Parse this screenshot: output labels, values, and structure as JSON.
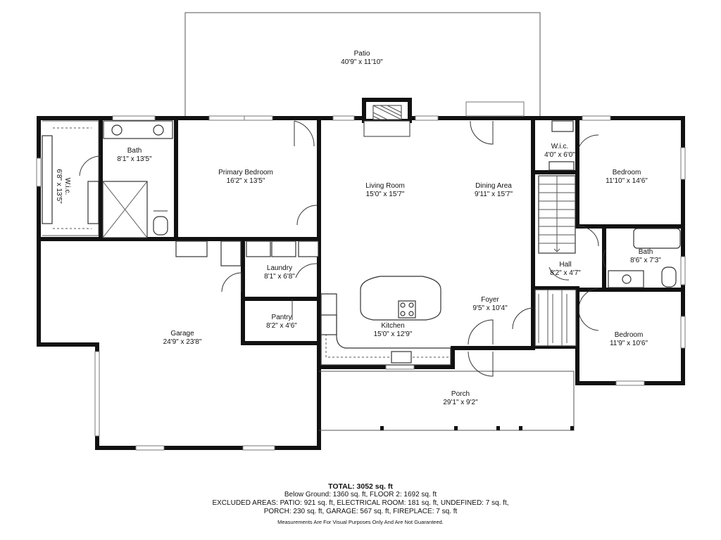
{
  "rooms": {
    "patio": {
      "name": "Patio",
      "dim": "40'9\" x 11'10\""
    },
    "wic_left": {
      "name": "W.i.c.",
      "dim": "6'8\" x 13'5\""
    },
    "bath_primary": {
      "name": "Bath",
      "dim": "8'1\" x 13'5\""
    },
    "primary_bedroom": {
      "name": "Primary Bedroom",
      "dim": "16'2\" x 13'5\""
    },
    "living_room": {
      "name": "Living Room",
      "dim": "15'0\" x 15'7\""
    },
    "dining_area": {
      "name": "Dining Area",
      "dim": "9'11\" x 15'7\""
    },
    "wic_right": {
      "name": "W.i.c.",
      "dim": "4'0\" x 6'0\""
    },
    "bedroom_top": {
      "name": "Bedroom",
      "dim": "11'10\" x 14'6\""
    },
    "laundry": {
      "name": "Laundry",
      "dim": "8'1\" x 6'8\""
    },
    "pantry": {
      "name": "Pantry",
      "dim": "8'2\" x 4'6\""
    },
    "garage": {
      "name": "Garage",
      "dim": "24'9\" x 23'8\""
    },
    "kitchen": {
      "name": "Kitchen",
      "dim": "15'0\" x 12'9\""
    },
    "foyer": {
      "name": "Foyer",
      "dim": "9'5\" x 10'4\""
    },
    "hall": {
      "name": "Hall",
      "dim": "8'2\" x 4'7\""
    },
    "bath_right": {
      "name": "Bath",
      "dim": "8'6\" x 7'3\""
    },
    "bedroom_bottom": {
      "name": "Bedroom",
      "dim": "11'9\" x 10'6\""
    },
    "porch": {
      "name": "Porch",
      "dim": "29'1\" x 9'2\""
    }
  },
  "summary": {
    "total": "TOTAL: 3052 sq. ft",
    "line1": "Below Ground: 1360 sq. ft, FLOOR 2: 1692 sq. ft",
    "line2": "EXCLUDED AREAS: PATIO: 921 sq. ft, ELECTRICAL ROOM: 181 sq. ft, UNDEFINED: 7 sq. ft,",
    "line3": "PORCH: 230 sq. ft, GARAGE: 567 sq. ft, FIREPLACE: 7 sq. ft",
    "disclaimer": "Measurements Are For Visual Purposes Only And Are Not Guaranteed."
  }
}
